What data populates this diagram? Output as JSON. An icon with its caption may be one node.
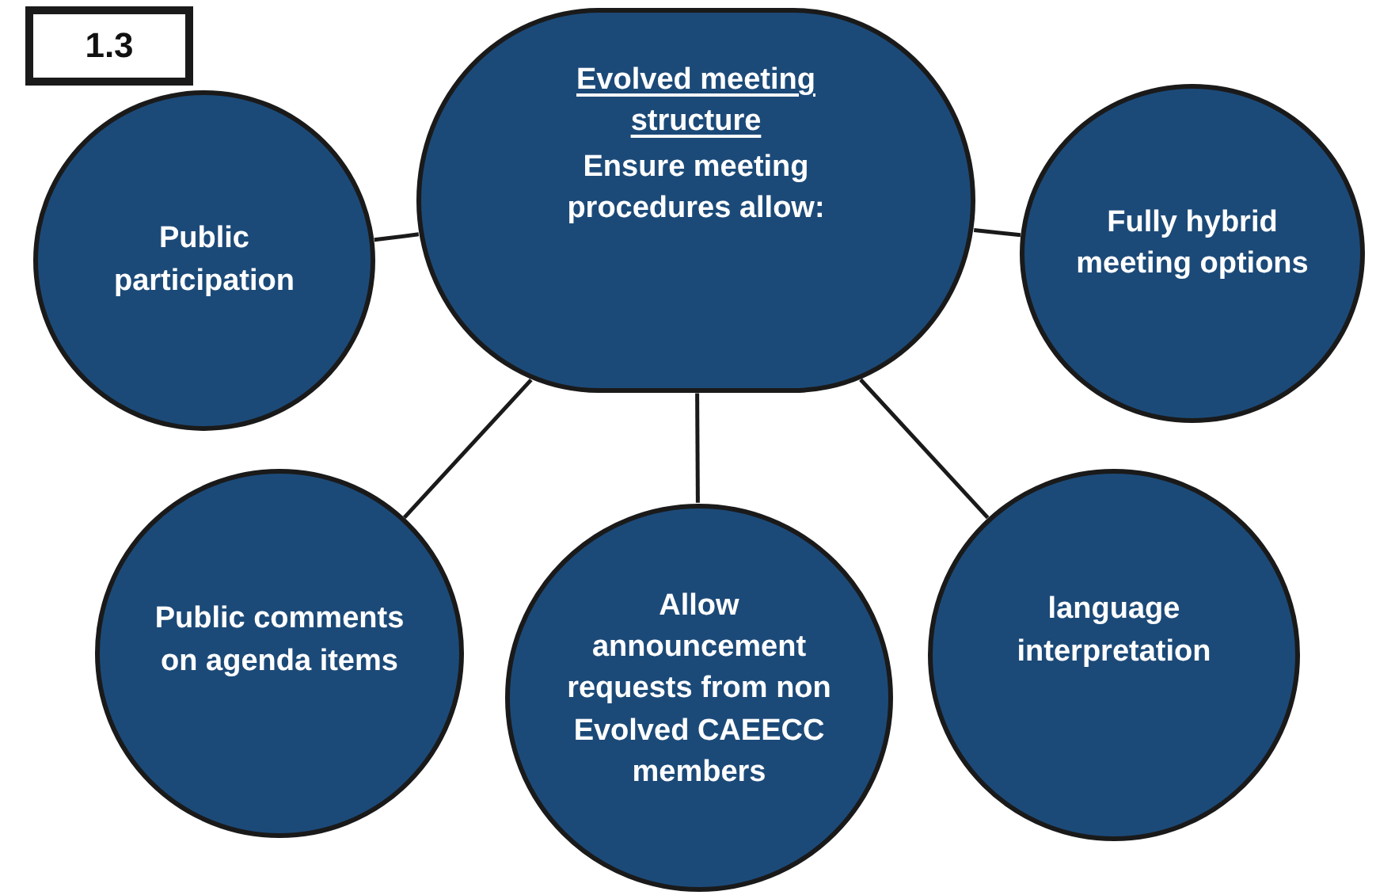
{
  "diagram": {
    "nodes": [
      {
        "text": [
          "1.3"
        ]
      },
      {
        "text": [
          "Evolved meeting structure",
          "Ensure meeting procedures allow:"
        ]
      },
      {
        "text": [
          "Public participation"
        ]
      },
      {
        "text": [
          "Fully hybrid meeting options"
        ]
      },
      {
        "text": [
          "Public comments on agenda items"
        ]
      },
      {
        "text": [
          "Allow announcement requests from non Evolved CAEECC members"
        ]
      },
      {
        "text": [
          "language interpretation"
        ]
      }
    ],
    "edges": [
      {
        "from": 1,
        "to": 2,
        "arrow": "none"
      },
      {
        "from": 1,
        "to": 3,
        "arrow": "none"
      },
      {
        "from": 1,
        "to": 4,
        "arrow": "none"
      },
      {
        "from": 1,
        "to": 5,
        "arrow": "none"
      },
      {
        "from": 1,
        "to": 6,
        "arrow": "none"
      }
    ]
  }
}
